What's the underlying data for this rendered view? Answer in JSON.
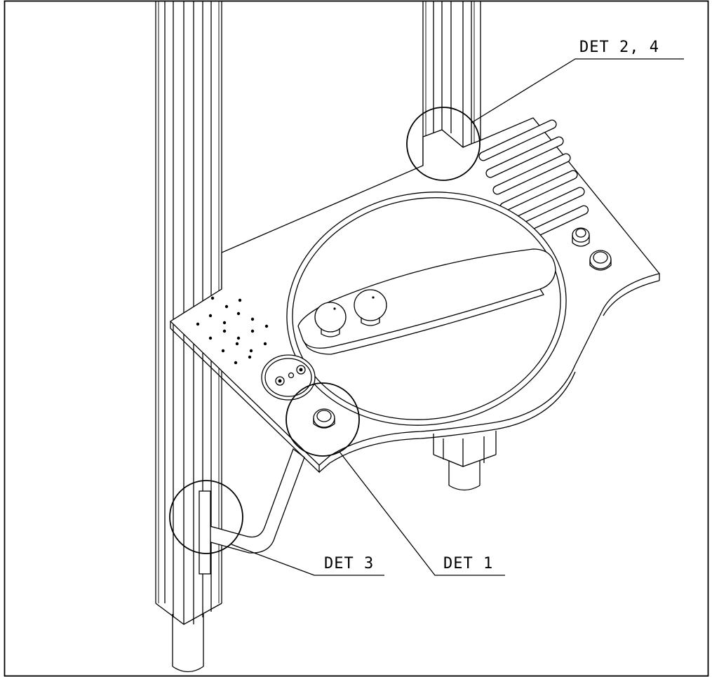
{
  "callouts": {
    "det_2_4": "DET 2, 4",
    "det_3": "DET 3",
    "det_1": "DET 1"
  },
  "colors": {
    "ink": "#000000",
    "paper": "#ffffff"
  }
}
